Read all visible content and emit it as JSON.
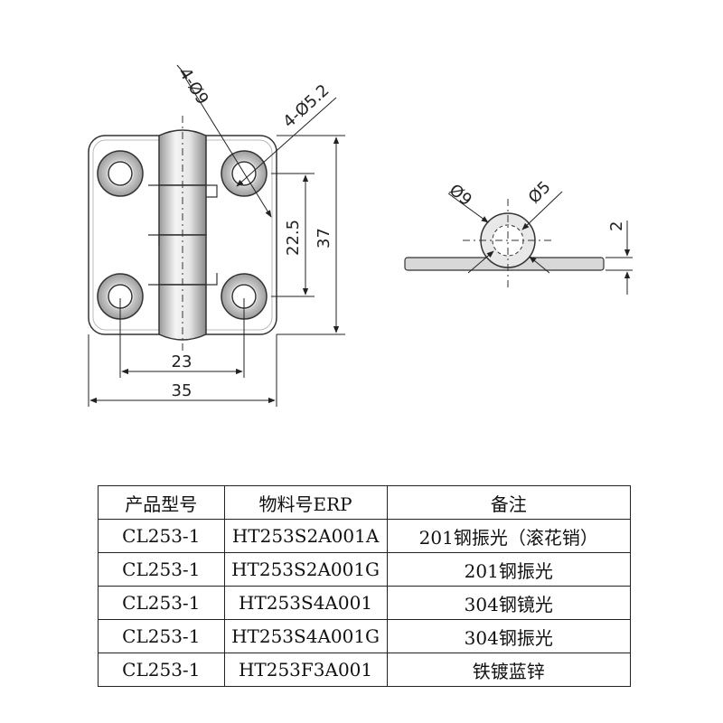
{
  "drawing": {
    "dim_holes_large": "4-Ø9",
    "dim_holes_small": "4-Ø5.2",
    "dim_height_inner": "22.5",
    "dim_height_total": "37",
    "dim_width_inner": "23",
    "dim_width_total": "35",
    "side_dim_outer": "Ø9",
    "side_dim_pin": "Ø5",
    "side_dim_thickness": "2"
  },
  "table": {
    "headers": [
      "产品型号",
      "物料号ERP",
      "备注"
    ],
    "rows": [
      {
        "model": "CL253-1",
        "erp": "HT253S2A001A",
        "note": "201钢振光（滚花销）"
      },
      {
        "model": "CL253-1",
        "erp": "HT253S2A001G",
        "note": "201钢振光"
      },
      {
        "model": "CL253-1",
        "erp": "HT253S4A001",
        "note": "304钢镜光"
      },
      {
        "model": "CL253-1",
        "erp": "HT253S4A001G",
        "note": "304钢振光"
      },
      {
        "model": "CL253-1",
        "erp": "HT253F3A001",
        "note": "铁镀蓝锌"
      }
    ]
  }
}
